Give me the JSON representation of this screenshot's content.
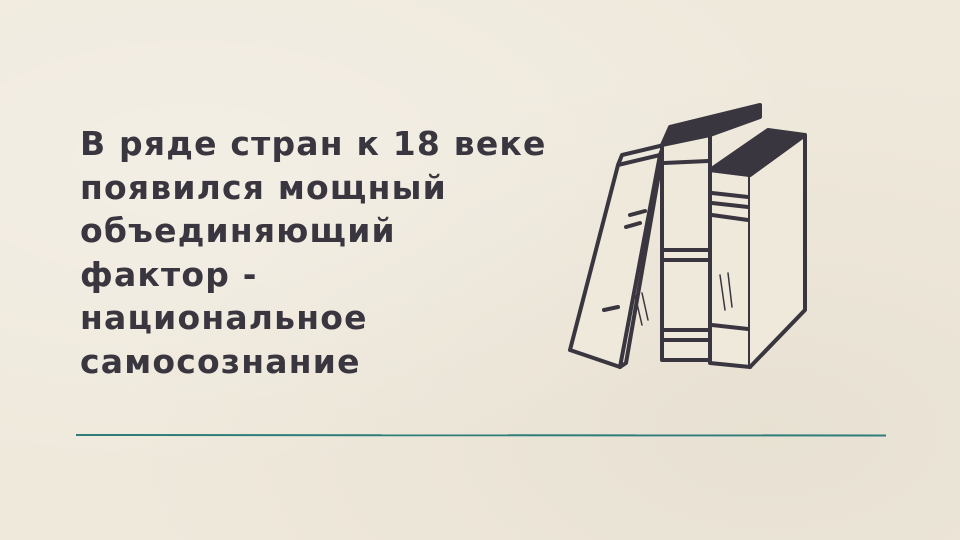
{
  "slide": {
    "headline_lines": [
      "В ряде стран к 18 веке",
      "появился мощный",
      "объединяющий",
      "фактор -",
      "национальное",
      "самосознание"
    ]
  },
  "illustration": {
    "icon": "books-icon",
    "ink_color": "#3a3640"
  },
  "divider": {
    "color": "#2e7d7a"
  },
  "colors": {
    "background": "#efe9dc",
    "text": "#3a3640"
  }
}
